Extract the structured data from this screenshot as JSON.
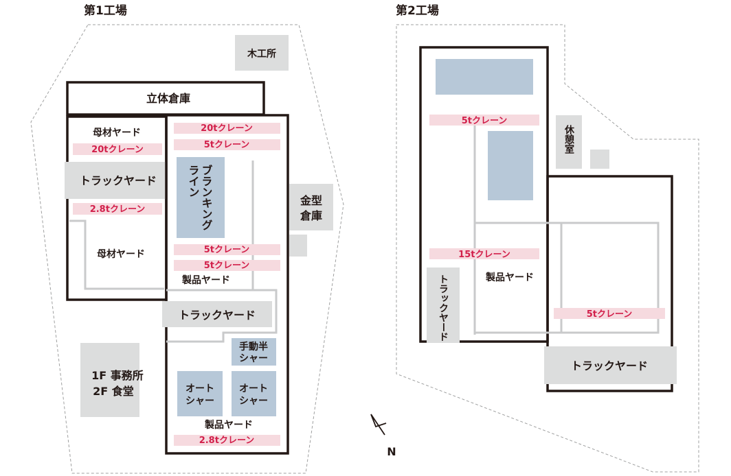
{
  "plant1": {
    "title": "第1工場",
    "wood_shop": "木工所",
    "auto_warehouse": "立体倉庫",
    "base_yard_top": "母材ヤード",
    "crane_20t_left": "20tクレーン",
    "truck_yard_left": "トラックヤード",
    "crane_28t_left": "2.8tクレーン",
    "base_yard_bottom": "母材ヤード",
    "crane_20t_right": "20tクレーン",
    "crane_5t_1": "5tクレーン",
    "blanking_line_col1": "ブランキング",
    "blanking_line_col2": "ライン",
    "crane_5t_2": "5tクレーン",
    "crane_5t_3": "5tクレーン",
    "product_yard_top": "製品ヤード",
    "truck_yard_center": "トラックヤード",
    "mold_storage_line1": "金型",
    "mold_storage_line2": "倉庫",
    "office_line1": "1F 事務所",
    "office_line2": "2F 食堂",
    "manual_shear_line1": "手動半",
    "manual_shear_line2": "シャー",
    "auto_shear_a_line1": "オート",
    "auto_shear_a_line2": "シャー",
    "auto_shear_b_line1": "オート",
    "auto_shear_b_line2": "シャー",
    "product_yard_bottom": "製品ヤード",
    "crane_28t_bottom": "2.8tクレーン"
  },
  "plant2": {
    "title": "第2工場",
    "crane_5t_top": "5tクレーン",
    "break_room": "休憩室",
    "crane_15t": "15tクレーン",
    "truck_yard_vertical": "トラックヤード",
    "product_yard": "製品ヤード",
    "crane_5t_right": "5tクレーン",
    "truck_yard_bottom": "トラックヤード"
  },
  "compass": {
    "north_label": "N"
  },
  "colors": {
    "wall": "#231815",
    "crane_fill": "#f6dadf",
    "crane_text": "#d21f4a",
    "machine_blue": "#b7c8d8",
    "area_gray": "#dcdddd",
    "inner_line": "#c9cacb",
    "boundary_dash": "#9fa0a0"
  }
}
